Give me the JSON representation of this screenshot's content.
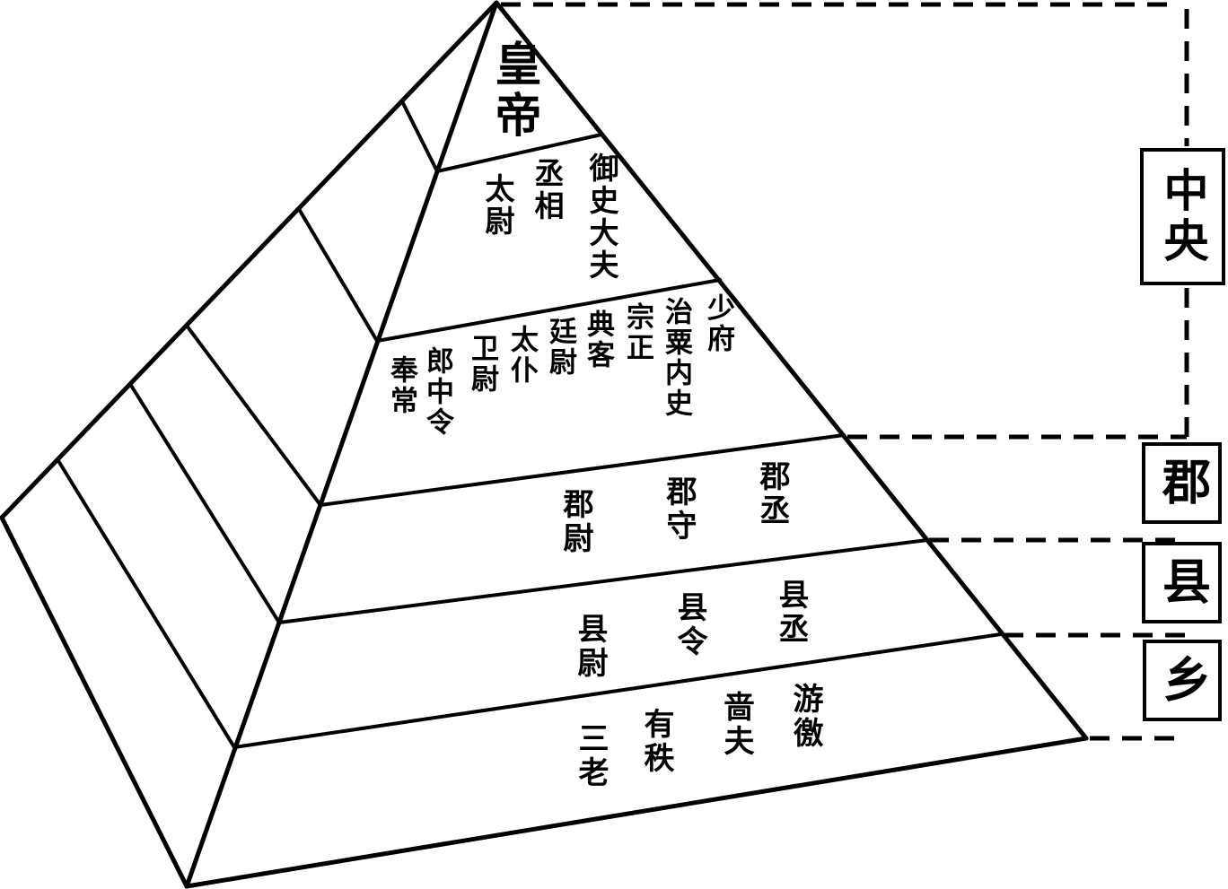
{
  "diagram": {
    "type": "hierarchy-pyramid",
    "subject": "Qin dynasty government structure",
    "pyramid": {
      "levels": [
        {
          "name": "emperor",
          "officials": [
            "皇帝"
          ]
        },
        {
          "name": "three-dukes",
          "officials": [
            "太尉",
            "丞相",
            "御史大夫"
          ]
        },
        {
          "name": "nine-ministers",
          "officials": [
            "奉常",
            "郎中令",
            "卫尉",
            "太仆",
            "廷尉",
            "典客",
            "宗正",
            "治粟内史",
            "少府"
          ]
        },
        {
          "name": "commandery",
          "officials": [
            "郡尉",
            "郡守",
            "郡丞"
          ]
        },
        {
          "name": "county",
          "officials": [
            "县尉",
            "县令",
            "县丞"
          ]
        },
        {
          "name": "township",
          "officials": [
            "三老",
            "有秩",
            "啬夫",
            "游徼"
          ]
        }
      ]
    },
    "side_labels": {
      "central": "中央",
      "commandery": "郡",
      "county": "县",
      "township": "乡"
    },
    "colors": {
      "line": "#000000",
      "background": "#ffffff"
    }
  }
}
